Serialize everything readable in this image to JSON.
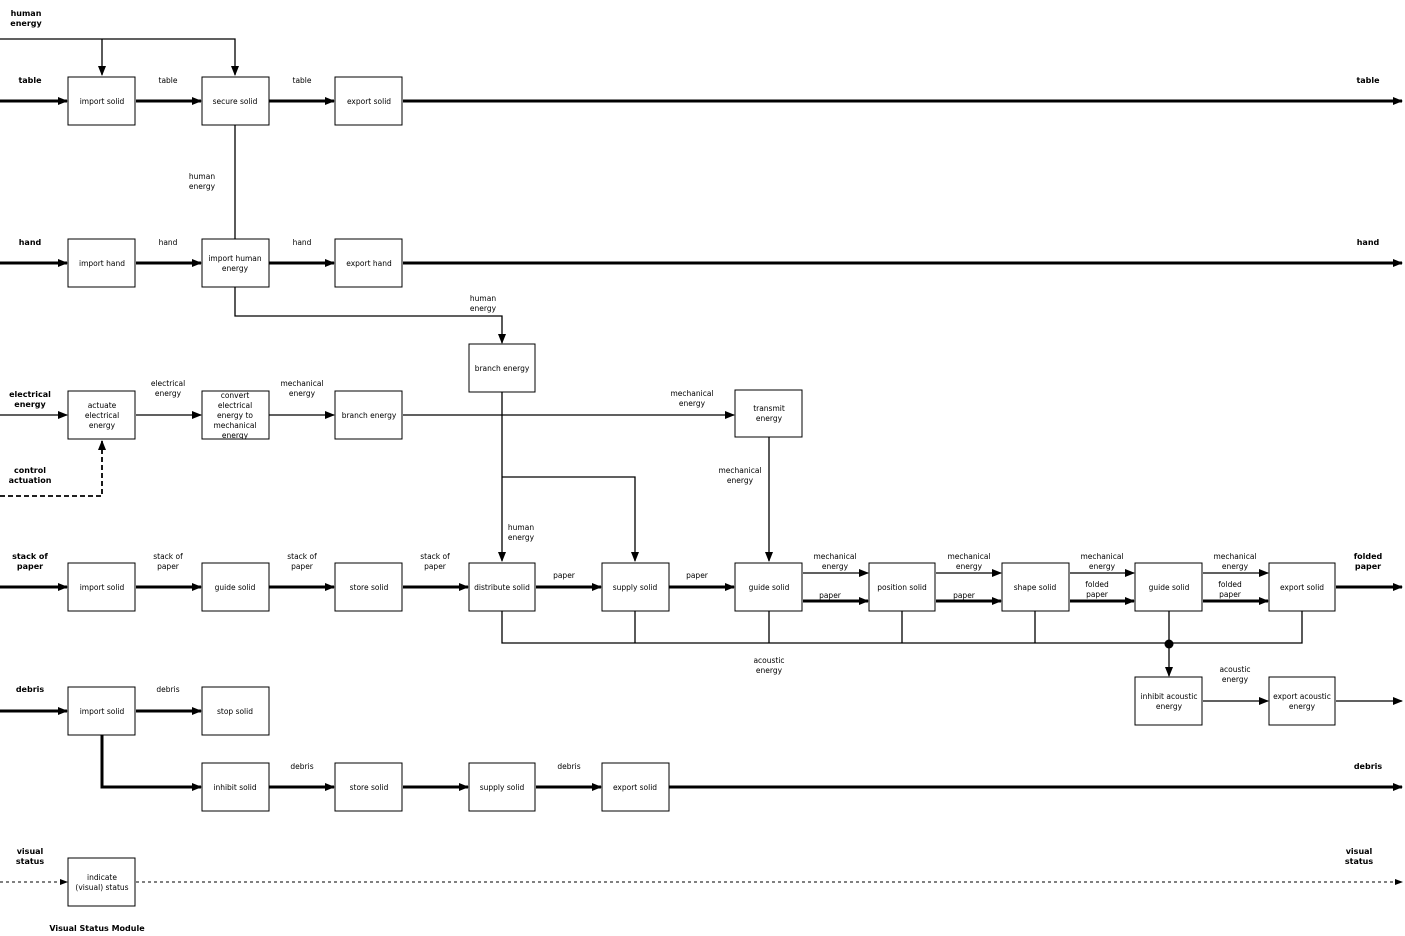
{
  "caption": "Visual Status Module",
  "functions": {
    "import_solid_table": "import solid",
    "secure_solid": "secure solid",
    "export_solid_table": "export solid",
    "import_hand": "import hand",
    "import_human_energy": [
      "import human",
      "energy"
    ],
    "export_hand": "export hand",
    "branch_energy_human": "branch energy",
    "actuate_electrical": [
      "actuate",
      "electrical",
      "energy"
    ],
    "convert_electrical": [
      "convert",
      "electrical",
      "energy to",
      "mechanical",
      "energy"
    ],
    "branch_energy_mech": "branch energy",
    "transmit_energy": [
      "transmit",
      "energy"
    ],
    "import_solid_paper": "import solid",
    "guide_solid_1": "guide solid",
    "store_solid_paper": "store solid",
    "distribute_solid": "distribute solid",
    "supply_solid_paper": "supply solid",
    "guide_solid_2": "guide solid",
    "position_solid": "position solid",
    "shape_solid": "shape solid",
    "guide_solid_3": "guide solid",
    "export_solid_paper": "export solid",
    "inhibit_acoustic": [
      "inhibit acoustic",
      "energy"
    ],
    "export_acoustic": [
      "export acoustic",
      "energy"
    ],
    "import_solid_debris": "import solid",
    "stop_solid": "stop solid",
    "inhibit_solid": "inhibit solid",
    "store_solid_debris": "store solid",
    "supply_solid_debris": "supply solid",
    "export_solid_debris": "export solid",
    "indicate_status": [
      "indicate",
      "(visual) status"
    ]
  },
  "flows": {
    "human_energy_in": [
      "human",
      "energy"
    ],
    "table_in": "table",
    "table_1": "table",
    "table_2": "table",
    "table_out": "table",
    "human_energy_secure": [
      "human",
      "energy"
    ],
    "hand_in": "hand",
    "hand_1": "hand",
    "hand_2": "hand",
    "hand_out": "hand",
    "human_energy_branch": [
      "human",
      "energy"
    ],
    "electrical_energy_in": [
      "electrical",
      "energy"
    ],
    "electrical_energy_1": [
      "electrical",
      "energy"
    ],
    "mechanical_energy_1": [
      "mechanical",
      "energy"
    ],
    "mechanical_energy_transmit_in": [
      "mechanical",
      "energy"
    ],
    "control_actuation": [
      "control",
      "actuation"
    ],
    "mechanical_energy_down": [
      "mechanical",
      "energy"
    ],
    "human_energy_distribute": [
      "human",
      "energy"
    ],
    "stack_in": [
      "stack of",
      "paper"
    ],
    "stack_1": [
      "stack of",
      "paper"
    ],
    "stack_2": [
      "stack of",
      "paper"
    ],
    "stack_3": [
      "stack of",
      "paper"
    ],
    "paper_1": "paper",
    "paper_2": "paper",
    "mech_a": [
      "mechanical",
      "energy"
    ],
    "paper_3": "paper",
    "mech_b": [
      "mechanical",
      "energy"
    ],
    "paper_4": "paper",
    "mech_c": [
      "mechanical",
      "energy"
    ],
    "folded_1": [
      "folded",
      "paper"
    ],
    "mech_d": [
      "mechanical",
      "energy"
    ],
    "folded_2": [
      "folded",
      "paper"
    ],
    "folded_out": [
      "folded",
      "paper"
    ],
    "acoustic_energy": [
      "acoustic",
      "energy"
    ],
    "acoustic_energy_2": [
      "acoustic",
      "energy"
    ],
    "debris_in": "debris",
    "debris_1": "debris",
    "debris_2": "debris",
    "debris_3": "debris",
    "debris_out": "debris",
    "visual_status_in": [
      "visual",
      "status"
    ],
    "visual_status_out": [
      "visual",
      "status"
    ]
  }
}
